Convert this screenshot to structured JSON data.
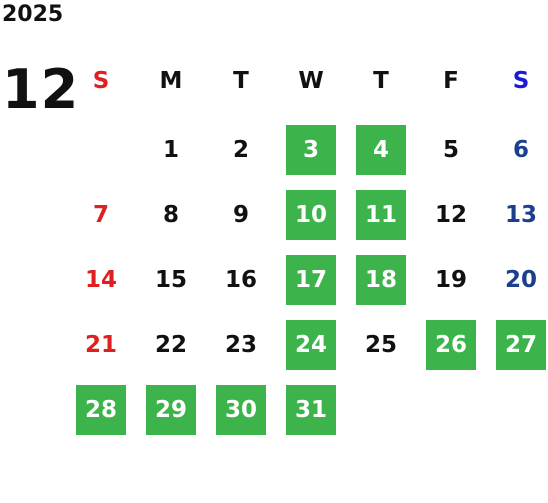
{
  "year": "2025",
  "month": "12",
  "colors": {
    "highlight": "#3cb44b",
    "sunday": "#e02020",
    "saturday_header": "#1a1ad6",
    "saturday": "#1a3f8c",
    "weekday": "#111111"
  },
  "weekdays": [
    "S",
    "M",
    "T",
    "W",
    "T",
    "F",
    "S"
  ],
  "weeks": [
    [
      {
        "d": ""
      },
      {
        "d": "1"
      },
      {
        "d": "2"
      },
      {
        "d": "3",
        "h": true
      },
      {
        "d": "4",
        "h": true
      },
      {
        "d": "5"
      },
      {
        "d": "6"
      }
    ],
    [
      {
        "d": "7"
      },
      {
        "d": "8"
      },
      {
        "d": "9"
      },
      {
        "d": "10",
        "h": true
      },
      {
        "d": "11",
        "h": true
      },
      {
        "d": "12"
      },
      {
        "d": "13"
      }
    ],
    [
      {
        "d": "14"
      },
      {
        "d": "15"
      },
      {
        "d": "16"
      },
      {
        "d": "17",
        "h": true
      },
      {
        "d": "18",
        "h": true
      },
      {
        "d": "19"
      },
      {
        "d": "20"
      }
    ],
    [
      {
        "d": "21"
      },
      {
        "d": "22"
      },
      {
        "d": "23"
      },
      {
        "d": "24",
        "h": true
      },
      {
        "d": "25"
      },
      {
        "d": "26",
        "h": true
      },
      {
        "d": "27",
        "h": true
      }
    ],
    [
      {
        "d": "28",
        "h": true
      },
      {
        "d": "29",
        "h": true
      },
      {
        "d": "30",
        "h": true
      },
      {
        "d": "31",
        "h": true
      },
      {
        "d": ""
      },
      {
        "d": ""
      },
      {
        "d": ""
      }
    ]
  ]
}
